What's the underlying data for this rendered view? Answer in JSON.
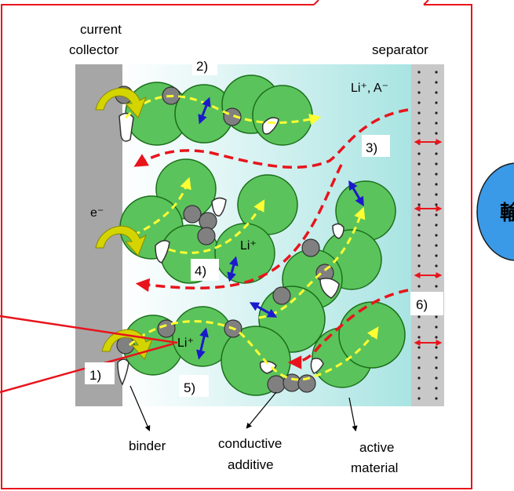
{
  "labels": {
    "current_collector_line1": "current",
    "current_collector_line2": "collector",
    "separator": "separator",
    "electrolyte_ions": "Li⁺, A⁻",
    "electron": "e⁻",
    "li_ion_middle": "Li⁺",
    "li_ion_bottom": "Li⁺",
    "binder": "binder",
    "conductive_additive_line1": "conductive",
    "conductive_additive_line2": "additive",
    "active_material_line1": "active",
    "active_material_line2": "material",
    "partial_glyph": "輸"
  },
  "steps": [
    "1)",
    "2)",
    "3)",
    "4)",
    "5)",
    "6)"
  ],
  "colors": {
    "frame_red": "#e8141c",
    "collector_gray": "#a6a6a6",
    "electrolyte_cyan": "#bdebe9",
    "particle_green": "#5bc35b",
    "particle_stroke": "#1a6e1a",
    "additive_gray": "#808080",
    "electron_path_yellow": "#ffff33",
    "ion_path_red": "#e8141c",
    "contact_arrow_blue": "#1a1acc",
    "bubble_blue": "#3a9ae8"
  }
}
